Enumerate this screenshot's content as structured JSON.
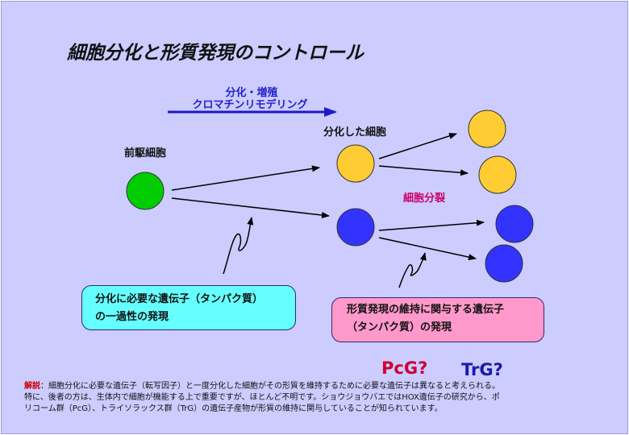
{
  "title": "細胞分化と形質発現のコントロール",
  "arrow_label": {
    "line1": "分化・増殖",
    "line2": "クロマチンリモデリング"
  },
  "labels": {
    "progenitor": "前駆細胞",
    "differentiated": "分化した細胞",
    "cell_division": "細胞分裂"
  },
  "boxes": {
    "left": {
      "line1": "分化に必要な遺伝子（タンパク質）",
      "line2": "の一過性の発現"
    },
    "right": {
      "line1": "形質発現の維持に関与する遺伝子",
      "line2": "（タンパク質）の発現"
    }
  },
  "markers": {
    "pcg": "PcG?",
    "trg": "TrG?"
  },
  "footnote": {
    "label": "解説",
    "line1": "：細胞分化に必要な遺伝子（転写因子）と一度分化した細胞がその形質を維持するために必要な遺伝子は異なると考えられる。",
    "line2": "特に、後者の方は、生体内で細胞が機能する上で重要ですが、ほとんど不明です。ショウジョウバエではHOX遺伝子の研究から、ポ",
    "line3": "リコーム群（PcG）、トライソラックス群（TrG）の遺伝子産物が形質の維持に関与していることが知られています。"
  },
  "colors": {
    "background": "#ccccff",
    "progenitor_cell": "#00cc00",
    "yellow_cell": "#ffcc33",
    "blue_cell": "#3333ff",
    "blue_text": "#2222cc",
    "pink_text": "#cc0066",
    "pcg": "#cc0033",
    "trg": "#1a1aaa",
    "arrow": "#000000",
    "big_arrow": "#1a1acc"
  }
}
